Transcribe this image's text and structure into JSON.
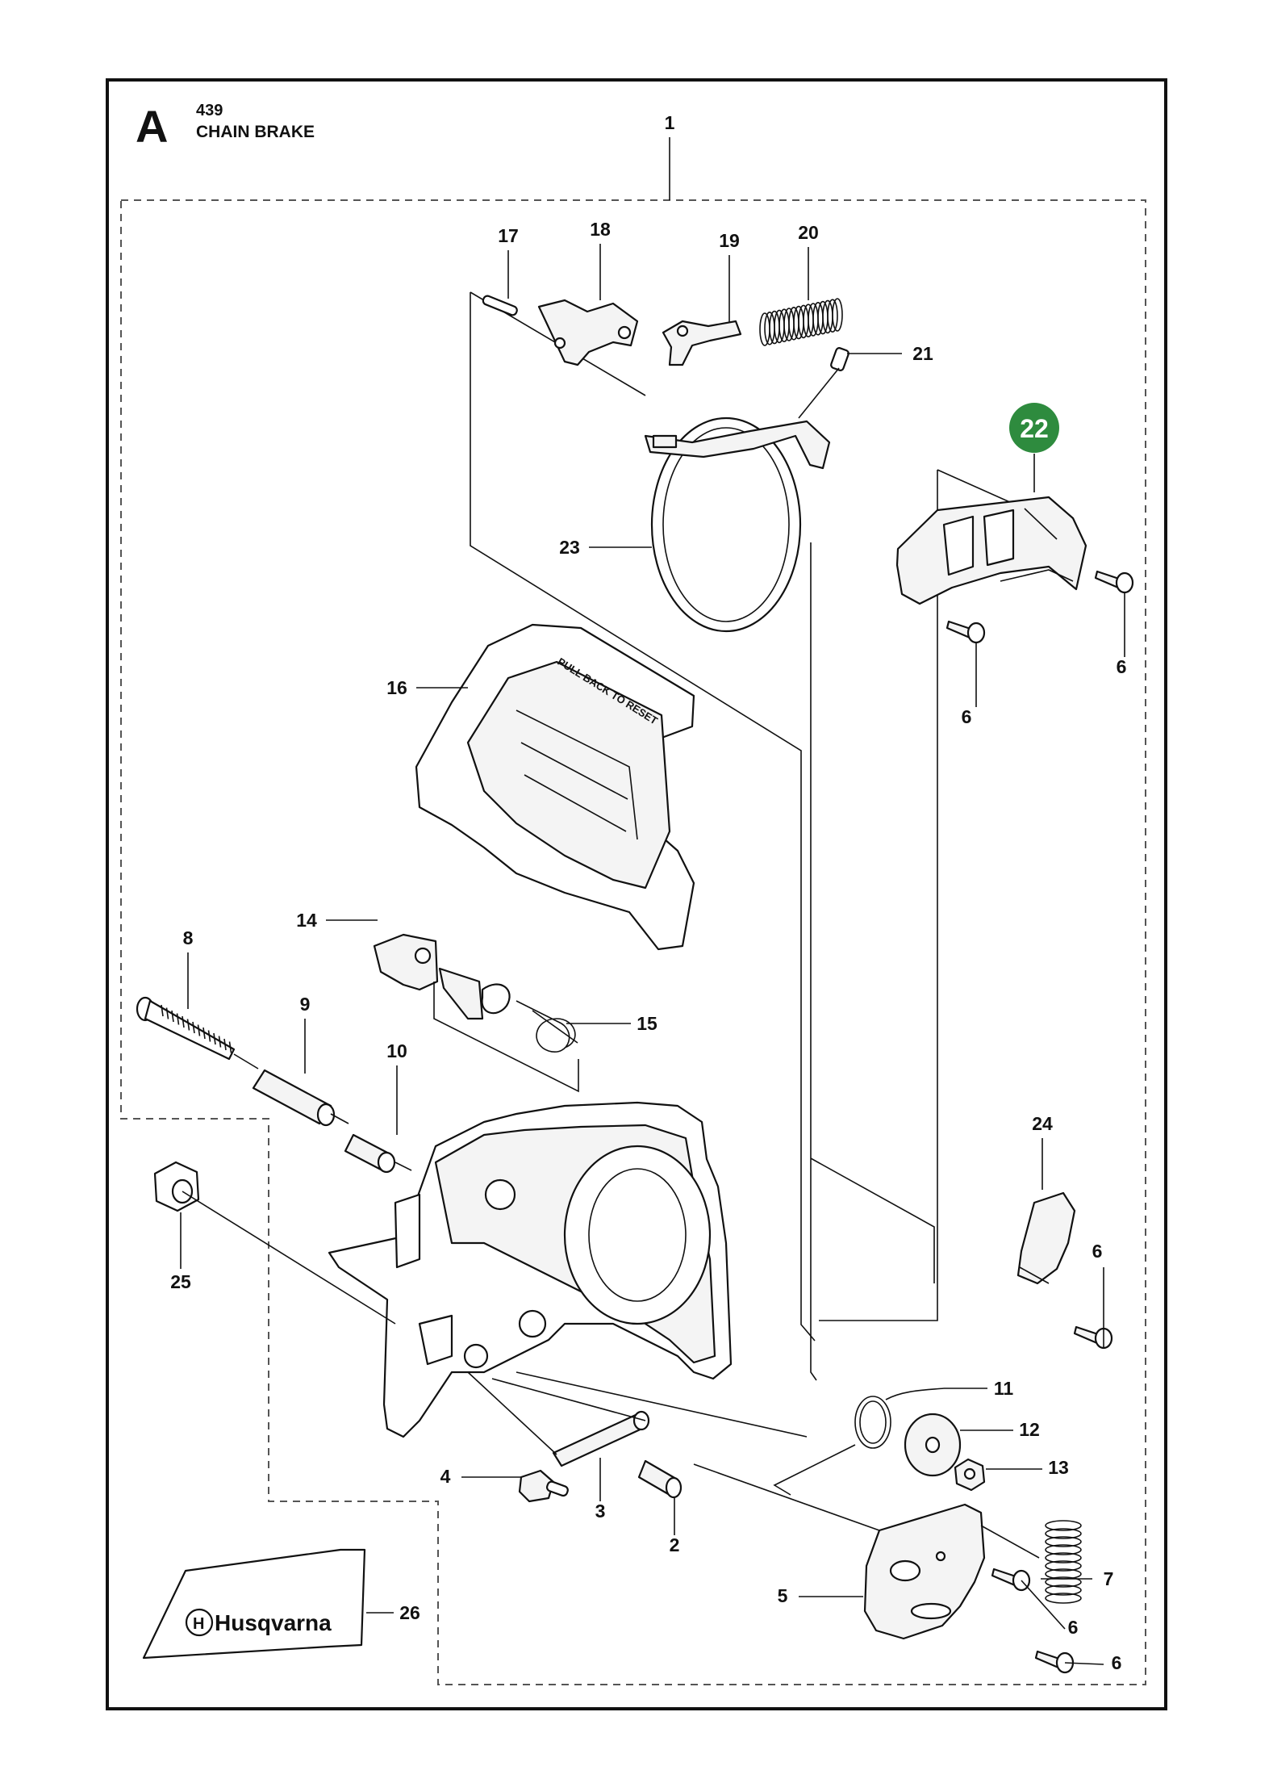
{
  "section_letter": "A",
  "model": "439",
  "title": "CHAIN BRAKE",
  "highlight_color": "#2e8b3e",
  "parts": [
    {
      "id": "1"
    },
    {
      "id": "2"
    },
    {
      "id": "3"
    },
    {
      "id": "4"
    },
    {
      "id": "5"
    },
    {
      "id": "6"
    },
    {
      "id": "7"
    },
    {
      "id": "8"
    },
    {
      "id": "9"
    },
    {
      "id": "10"
    },
    {
      "id": "11"
    },
    {
      "id": "12"
    },
    {
      "id": "13"
    },
    {
      "id": "14"
    },
    {
      "id": "15"
    },
    {
      "id": "16"
    },
    {
      "id": "17"
    },
    {
      "id": "18"
    },
    {
      "id": "19"
    },
    {
      "id": "20"
    },
    {
      "id": "21"
    },
    {
      "id": "22",
      "highlighted": true
    },
    {
      "id": "23"
    },
    {
      "id": "24"
    },
    {
      "id": "25"
    },
    {
      "id": "26"
    }
  ],
  "handguard_text": "PULL BACK TO RESET",
  "decal_text": "Husqvarna"
}
